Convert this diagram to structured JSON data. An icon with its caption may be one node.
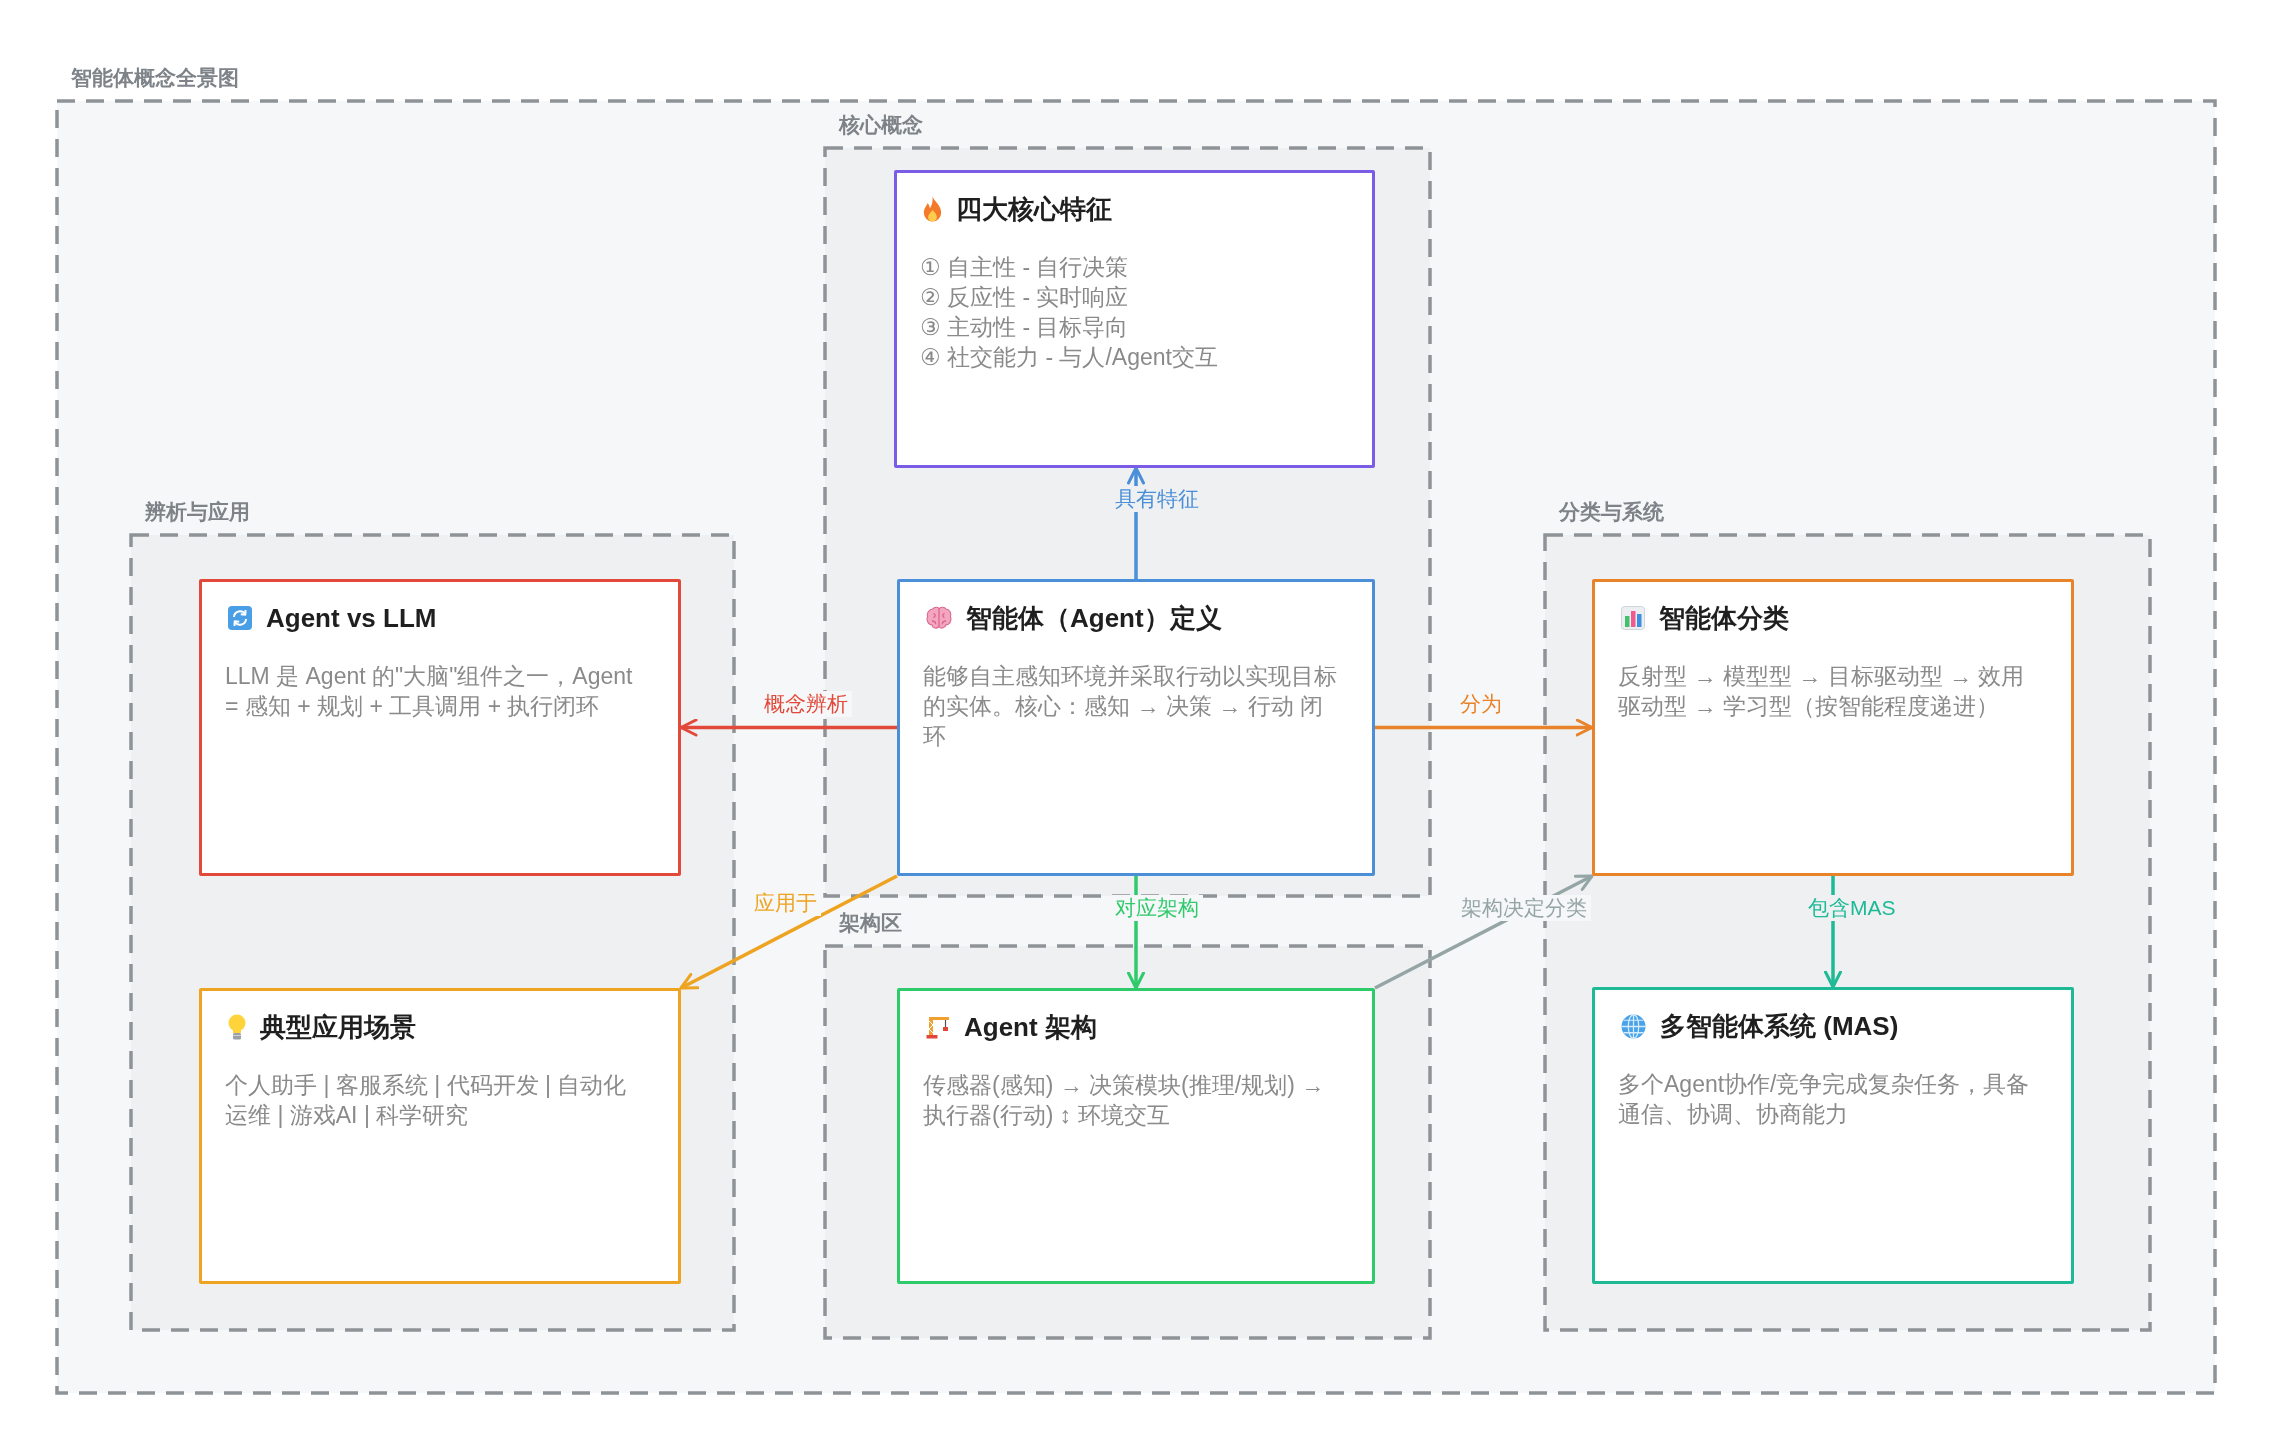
{
  "diagram": {
    "nodes": [
      {
        "text": [
          "智能体概念全景图"
        ]
      },
      {
        "text": [
          "核心概念"
        ],
        "in": 0
      },
      {
        "text": [
          "四大核心特征",
          "① 自主性 - 自行决策",
          "② 反应性 - 实时响应",
          "③ 主动性 - 目标导向",
          "④ 社交能力 - 与人/Agent交互"
        ],
        "in": 1
      },
      {
        "text": [
          "智能体（Agent）定义",
          "能够自主感知环境并采取行动以实现目标的实体。核心：感知 → 决策 → 行动 闭环"
        ],
        "in": 1
      },
      {
        "text": [
          "辨析与应用"
        ],
        "in": 0
      },
      {
        "text": [
          "Agent vs LLM",
          "LLM 是 Agent 的\"大脑\"组件之一，Agent = 感知 + 规划 + 工具调用 + 执行闭环"
        ],
        "in": 4
      },
      {
        "text": [
          "典型应用场景",
          "个人助手 | 客服系统 | 代码开发 | 自动化运维 | 游戏AI | 科学研究"
        ],
        "in": 4
      },
      {
        "text": [
          "分类与系统"
        ],
        "in": 0
      },
      {
        "text": [
          "智能体分类",
          "反射型 → 模型型 → 目标驱动型 → 效用驱动型 → 学习型（按智能程度递进）"
        ],
        "in": 7
      },
      {
        "text": [
          "多智能体系统 (MAS)",
          "多个Agent协作/竞争完成复杂任务，具备通信、协调、协商能力"
        ],
        "in": 7
      },
      {
        "text": [
          "架构区"
        ],
        "in": 0
      },
      {
        "text": [
          "Agent 架构",
          "传感器(感知) → 决策模块(推理/规划) → 执行器(行动) ↕ 环境交互"
        ],
        "in": 10
      }
    ],
    "edges": [
      {
        "from": 3,
        "to": 2,
        "arrow": "to",
        "label": "具有特征",
        "color": "#4a8fd8"
      },
      {
        "from": 3,
        "to": 5,
        "arrow": "to",
        "label": "概念辨析",
        "color": "#e2493b"
      },
      {
        "from": 3,
        "to": 8,
        "arrow": "to",
        "label": "分为",
        "color": "#e8832a"
      },
      {
        "from": 3,
        "to": 6,
        "arrow": "to",
        "label": "应用于",
        "color": "#eea321"
      },
      {
        "from": 3,
        "to": 11,
        "arrow": "to",
        "label": "对应架构",
        "color": "#2fcb6b"
      },
      {
        "from": 11,
        "to": 8,
        "arrow": "to",
        "label": "架构决定分类",
        "color": "#95a5a6"
      },
      {
        "from": 8,
        "to": 9,
        "arrow": "to",
        "label": "包含MAS",
        "color": "#1dba95"
      }
    ]
  }
}
